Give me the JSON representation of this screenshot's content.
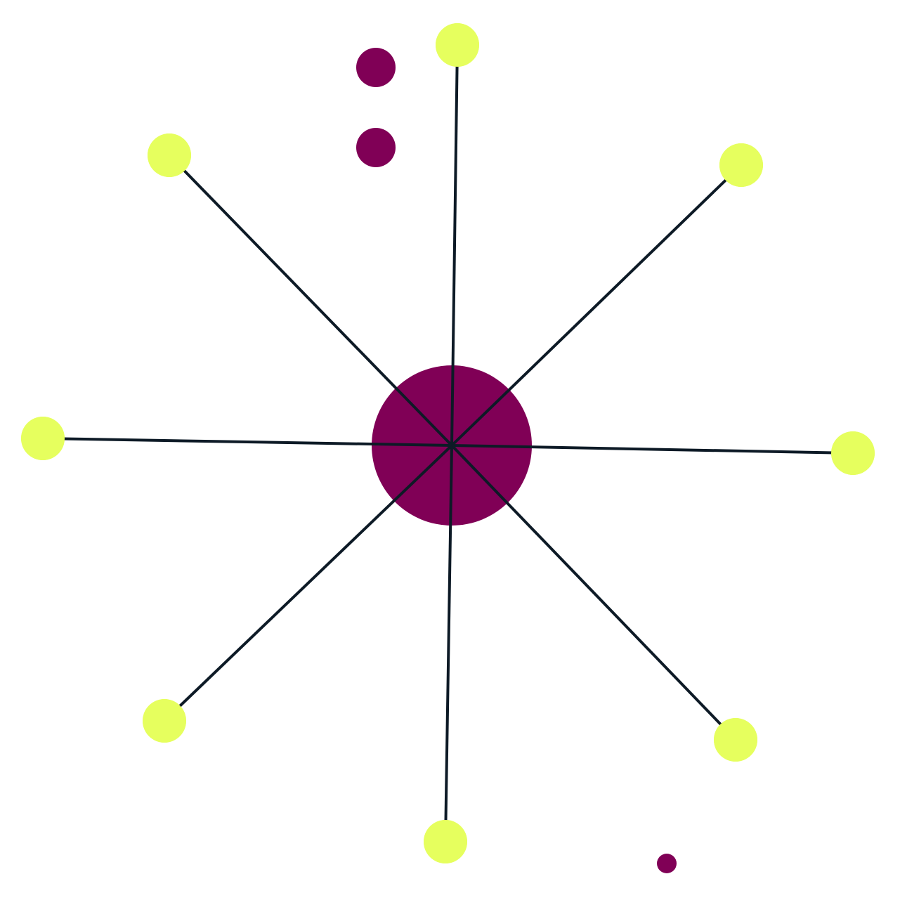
{
  "diagram": {
    "type": "star-network",
    "hub": {
      "id": "hub",
      "color": "#800056"
    },
    "leaves": [
      {
        "id": "leaf-top",
        "color": "#e6ff5e"
      },
      {
        "id": "leaf-top-right",
        "color": "#e6ff5e"
      },
      {
        "id": "leaf-right",
        "color": "#e6ff5e"
      },
      {
        "id": "leaf-bottom-right",
        "color": "#e6ff5e"
      },
      {
        "id": "leaf-bottom",
        "color": "#e6ff5e"
      },
      {
        "id": "leaf-bottom-left",
        "color": "#e6ff5e"
      },
      {
        "id": "leaf-left",
        "color": "#e6ff5e"
      },
      {
        "id": "leaf-top-left",
        "color": "#e6ff5e"
      }
    ],
    "isolated_nodes": [
      {
        "id": "isolated-1",
        "color": "#800056"
      },
      {
        "id": "isolated-2",
        "color": "#800056"
      },
      {
        "id": "isolated-3",
        "color": "#800056"
      }
    ],
    "edge_color": "#0d1a26",
    "hub_degree": 8
  }
}
